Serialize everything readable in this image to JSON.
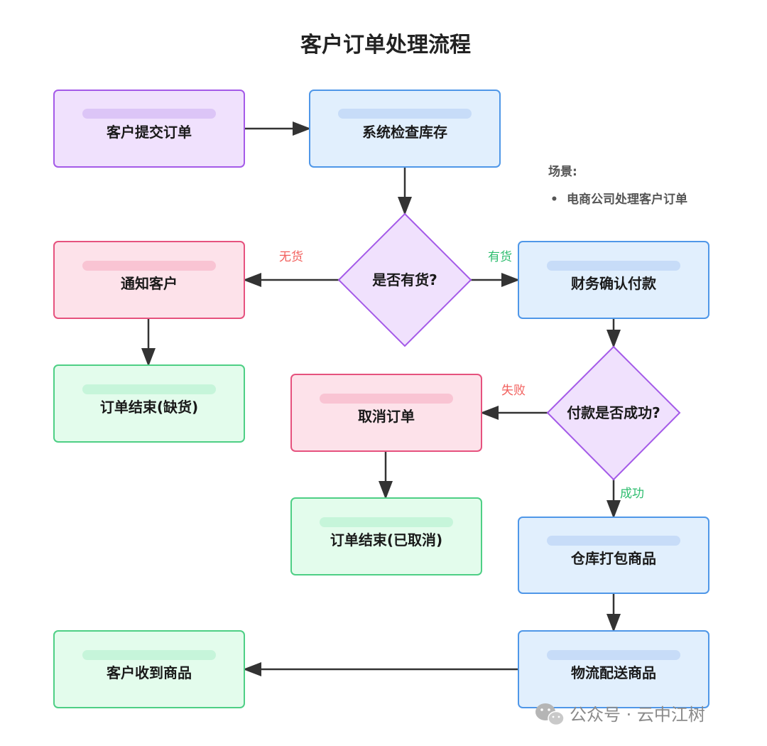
{
  "title": "客户订单处理流程",
  "colors": {
    "purple_fill": "#f0e1fd",
    "purple_stroke": "#a45ae8",
    "purple_bar": "#dcc5f7",
    "blue_fill": "#e1effd",
    "blue_stroke": "#4f97e8",
    "blue_bar": "#c7dcf8",
    "red_fill": "#fde2ea",
    "red_stroke": "#e6527e",
    "red_bar": "#f9c4d3",
    "green_fill": "#e3fcec",
    "green_stroke": "#4ecf85",
    "green_bar": "#c6f5da",
    "arrow": "#333333",
    "label_red": "#f25f5c",
    "label_green": "#2dbd6e"
  },
  "nodes": {
    "submit_order": "客户提交订单",
    "check_stock": "系统检查库存",
    "in_stock": "是否有货?",
    "notify_customer": "通知客户",
    "finance_confirm": "财务确认付款",
    "end_no_stock": "订单结束(缺货)",
    "payment_success": "付款是否成功?",
    "cancel_order": "取消订单",
    "end_cancelled": "订单结束(已取消)",
    "warehouse_pack": "仓库打包商品",
    "logistics_ship": "物流配送商品",
    "customer_receive": "客户收到商品"
  },
  "edge_labels": {
    "no_stock": "无货",
    "has_stock": "有货",
    "fail": "失败",
    "success": "成功"
  },
  "note": {
    "heading": "场景:",
    "bullet": "•",
    "item": "电商公司处理客户订单"
  },
  "watermark": {
    "icon": "wechat-icon",
    "text": "公众号 · 云中江树"
  }
}
